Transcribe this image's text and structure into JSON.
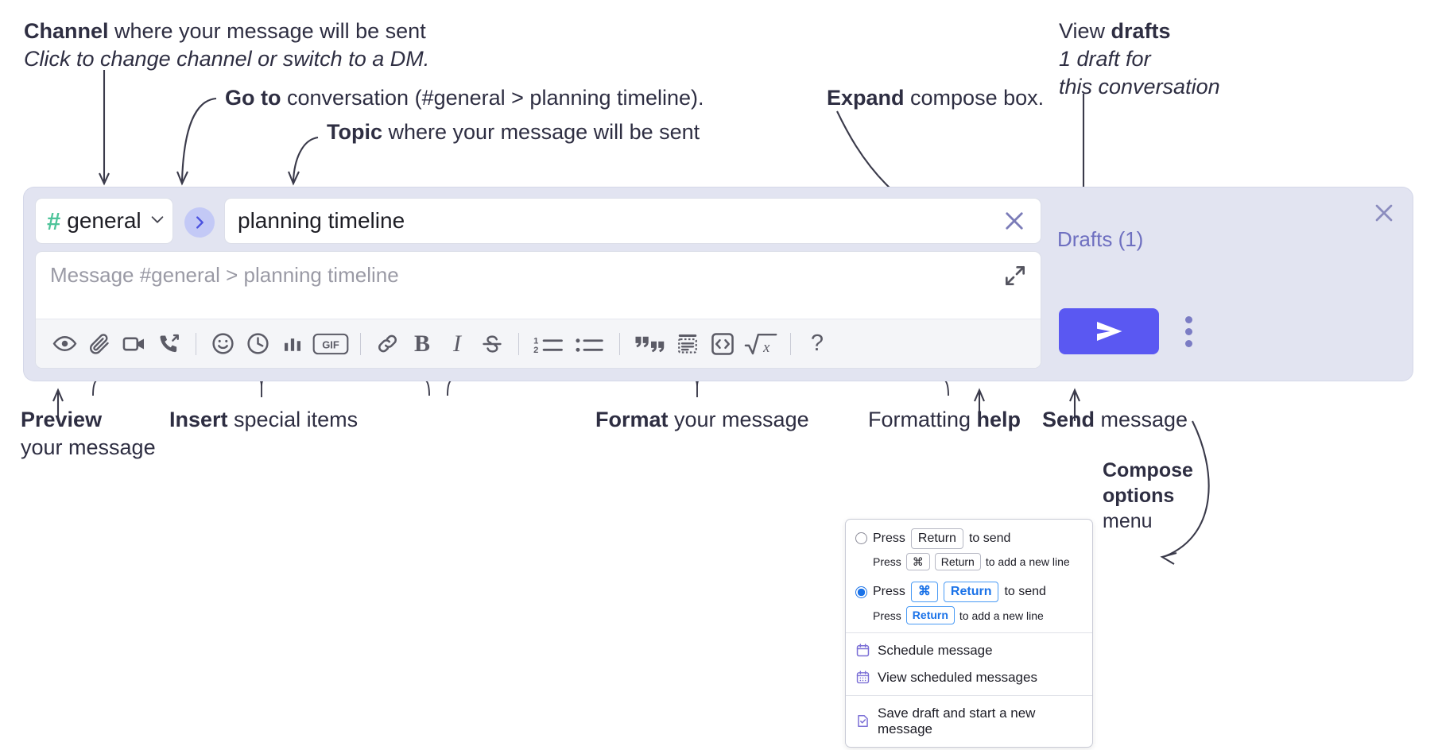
{
  "annotations": {
    "channel": {
      "bold": "Channel",
      "rest": " where your message will be sent",
      "italic": "Click to change channel or switch to a DM."
    },
    "goto": {
      "bold": "Go to",
      "rest": " conversation (#general > planning timeline)."
    },
    "topic": {
      "bold": "Topic",
      "rest": " where your message will be sent"
    },
    "expand": {
      "bold": "Expand",
      "rest": " compose box."
    },
    "drafts": {
      "plain": "View ",
      "bold": "drafts",
      "italic_line1": "1 draft for",
      "italic_line2": "this conversation"
    },
    "preview": {
      "bold": "Preview",
      "line2": "your message"
    },
    "insert": {
      "bold": "Insert",
      "rest": " special items"
    },
    "format": {
      "bold": "Format",
      "rest": " your message"
    },
    "formatting_help": {
      "plain": "Formatting ",
      "bold": "help"
    },
    "send": {
      "bold": "Send",
      "rest": " message"
    },
    "compose_options": {
      "bold_line1": "Compose",
      "bold_line2": "options",
      "line3": "menu"
    }
  },
  "compose": {
    "channel_chip": {
      "hash": "#",
      "name": "general",
      "chevron": "chevron-down"
    },
    "goto_button_icon": "chevron-right",
    "topic": {
      "value": "planning timeline",
      "clear_icon": "close-x"
    },
    "message": {
      "placeholder": "Message #general > planning timeline",
      "value": "",
      "expand_icon": "expand-arrows"
    },
    "drafts_label": "Drafts (1)",
    "panel_close_icon": "close-x",
    "send_button_icon": "send-paper-plane",
    "overflow_icon": "kebab-vertical",
    "toolbar": [
      {
        "name": "preview-icon",
        "label": "Preview"
      },
      {
        "name": "attachment-icon",
        "label": "Attach file"
      },
      {
        "name": "video-camera-icon",
        "label": "Record video"
      },
      {
        "name": "phone-call-icon",
        "label": "Record audio"
      },
      {
        "sep": true
      },
      {
        "name": "emoji-icon",
        "label": "Emoji"
      },
      {
        "name": "clock-icon",
        "label": "Reminder"
      },
      {
        "name": "bar-chart-icon",
        "label": "Poll"
      },
      {
        "name": "gif-icon",
        "label": "GIF"
      },
      {
        "sep": true
      },
      {
        "name": "link-icon",
        "label": "Link"
      },
      {
        "name": "bold-icon",
        "label": "Bold"
      },
      {
        "name": "italic-icon",
        "label": "Italic"
      },
      {
        "name": "strikethrough-icon",
        "label": "Strikethrough"
      },
      {
        "sep": true
      },
      {
        "name": "ordered-list-icon",
        "label": "Ordered list"
      },
      {
        "name": "bulleted-list-icon",
        "label": "Bulleted list"
      },
      {
        "sep": true
      },
      {
        "name": "blockquote-icon",
        "label": "Blockquote"
      },
      {
        "name": "code-block-icon",
        "label": "Code block"
      },
      {
        "name": "inline-code-icon",
        "label": "Code"
      },
      {
        "name": "math-icon",
        "label": "Math"
      },
      {
        "sep": true
      },
      {
        "name": "help-icon",
        "label": "?"
      }
    ],
    "colors": {
      "panel_bg": "#e2e4f1",
      "hash_green": "#4ec49a",
      "goto_circle": "#c3c9f6",
      "goto_chevron": "#4b52e0",
      "send_button": "#5a58f2",
      "drafts_text": "#6e6fc0",
      "toolbar_bg": "#f4f5f8",
      "icon_gray": "#5b5b66"
    }
  },
  "options_menu": {
    "radio_options": [
      {
        "selected": false,
        "press": "Press",
        "keys": [
          "Return"
        ],
        "tail": "to send",
        "sub_press": "Press",
        "sub_keys": [
          "⌘",
          "Return"
        ],
        "sub_tail": "to add a new line"
      },
      {
        "selected": true,
        "press": "Press",
        "keys": [
          "⌘",
          "Return"
        ],
        "tail": "to send",
        "sub_press": "Press",
        "sub_keys": [
          "Return"
        ],
        "sub_tail": "to add a new line"
      }
    ],
    "items_group_1": [
      {
        "icon": "calendar-icon",
        "label": "Schedule message"
      },
      {
        "icon": "calendar-grid-icon",
        "label": "View scheduled messages"
      }
    ],
    "items_group_2": [
      {
        "icon": "file-check-icon",
        "label": "Save draft and start a new message"
      }
    ]
  }
}
